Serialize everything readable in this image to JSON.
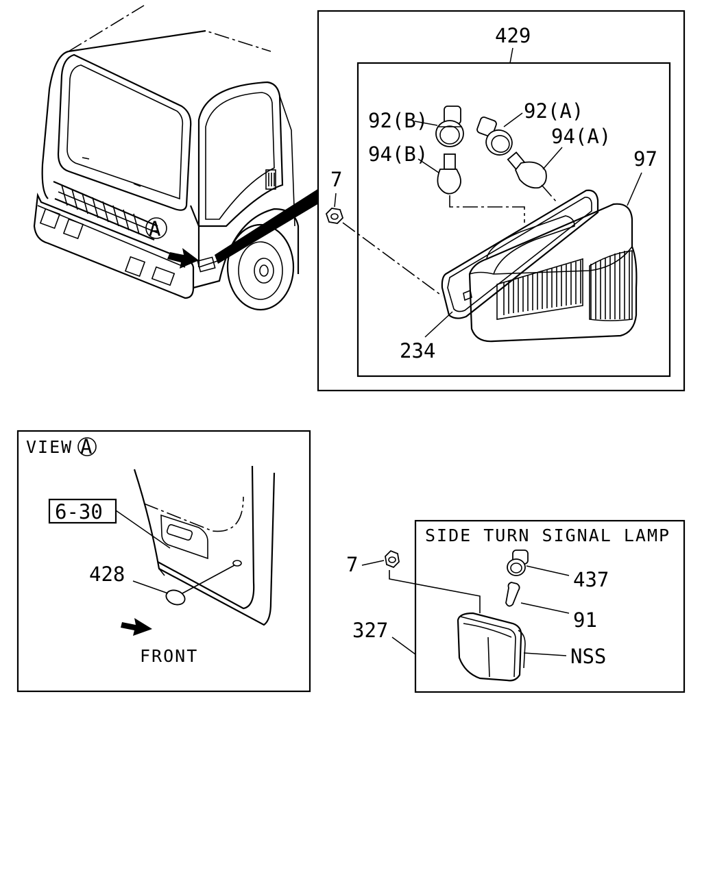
{
  "callouts": {
    "c429": "429",
    "c92b": "92(B)",
    "c92a": "92(A)",
    "c94b": "94(B)",
    "c94a": "94(A)",
    "c97": "97",
    "c7top": "7",
    "c234": "234",
    "c630": "6-30",
    "c428": "428",
    "c7side": "7",
    "c437": "437",
    "c91": "91",
    "c327": "327",
    "cnss": "NSS",
    "markerA": "A"
  },
  "view_panel": {
    "title_prefix": "VIEW",
    "title_marker": "A",
    "front_label": "FRONT"
  },
  "side_panel": {
    "title": "SIDE TURN SIGNAL LAMP"
  }
}
